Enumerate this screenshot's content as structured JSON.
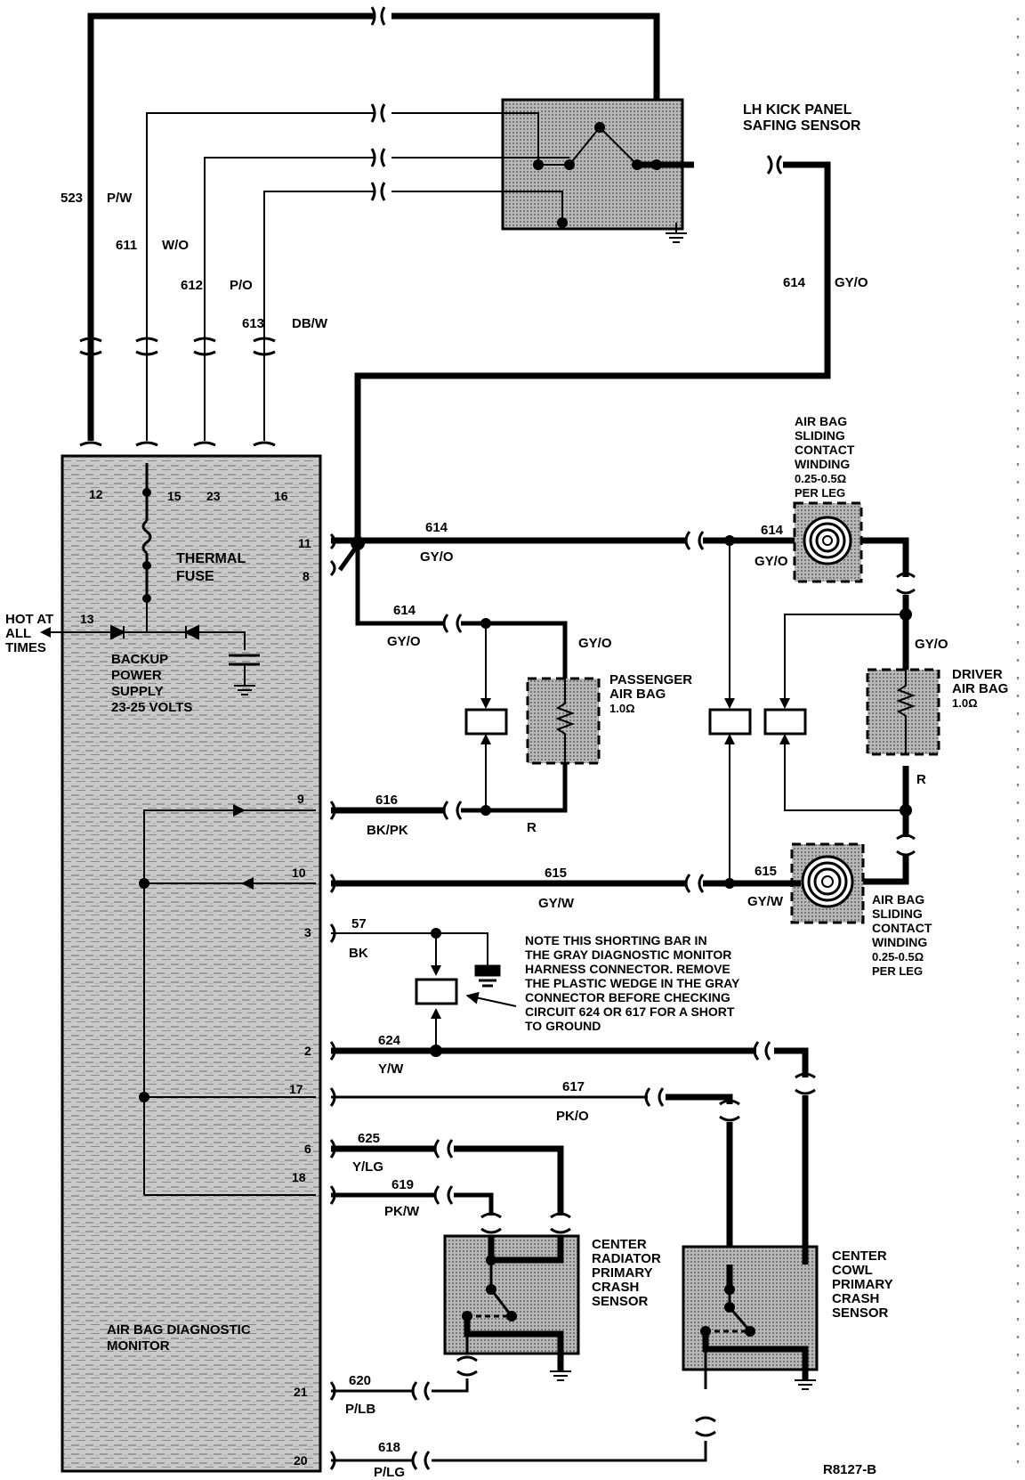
{
  "diagram": {
    "figure_id": "R8127-B",
    "monitor": {
      "name_line1": "AIR BAG DIAGNOSTIC",
      "name_line2": "MONITOR",
      "pins": {
        "p12": "12",
        "p15": "15",
        "p23": "23",
        "p16": "16",
        "p11": "11",
        "p8": "8",
        "p13": "13",
        "p9": "9",
        "p10": "10",
        "p3": "3",
        "p2": "2",
        "p17": "17",
        "p6": "6",
        "p18": "18",
        "p21": "21",
        "p20": "20"
      },
      "thermal_fuse_line1": "THERMAL",
      "thermal_fuse_line2": "FUSE",
      "backup_line1": "BACKUP",
      "backup_line2": "POWER",
      "backup_line3": "SUPPLY",
      "backup_line4": "23-25 VOLTS"
    },
    "hot": {
      "line1": "HOT AT",
      "line2": "ALL",
      "line3": "TIMES"
    },
    "safing_sensor": {
      "line1": "LH KICK PANEL",
      "line2": "SAFING SENSOR"
    },
    "circuits": {
      "c523": {
        "num": "523",
        "color": "P/W"
      },
      "c611": {
        "num": "611",
        "color": "W/O"
      },
      "c612": {
        "num": "612",
        "color": "P/O"
      },
      "c613": {
        "num": "613",
        "color": "DB/W"
      },
      "c614_riser": {
        "num": "614",
        "color": "GY/O"
      },
      "c614_main": {
        "num": "614",
        "color": "GY/O"
      },
      "c614_pass": {
        "num": "614",
        "color": "GY/O"
      },
      "c614_clock": {
        "num": "614",
        "color": "GY/O"
      },
      "gyo_pass_right": "GY/O",
      "gyo_driver": "GY/O",
      "c616": {
        "num": "616",
        "color": "BK/PK"
      },
      "r_pass": "R",
      "r_driver": "R",
      "c615_main": {
        "num": "615",
        "color": "GY/W"
      },
      "c615_clock": {
        "num": "615",
        "color": "GY/W"
      },
      "c57": {
        "num": "57",
        "color": "BK"
      },
      "c624": {
        "num": "624",
        "color": "Y/W"
      },
      "c617": {
        "num": "617",
        "color": "PK/O"
      },
      "c625": {
        "num": "625",
        "color": "Y/LG"
      },
      "c619": {
        "num": "619",
        "color": "PK/W"
      },
      "c620": {
        "num": "620",
        "color": "P/LB"
      },
      "c618": {
        "num": "618",
        "color": "P/LG"
      }
    },
    "clockspring_top": {
      "line1": "AIR BAG",
      "line2": "SLIDING",
      "line3": "CONTACT",
      "line4": "WINDING",
      "line5": "0.25-0.5Ω",
      "line6": "PER LEG"
    },
    "clockspring_bottom": {
      "line1": "AIR BAG",
      "line2": "SLIDING",
      "line3": "CONTACT",
      "line4": "WINDING",
      "line5": "0.25-0.5Ω",
      "line6": "PER LEG"
    },
    "passenger_bag": {
      "line1": "PASSENGER",
      "line2": "AIR BAG",
      "line3": "1.0Ω"
    },
    "driver_bag": {
      "line1": "DRIVER",
      "line2": "AIR BAG",
      "line3": "1.0Ω"
    },
    "note": {
      "line1": "NOTE THIS SHORTING BAR IN",
      "line2": "THE GRAY DIAGNOSTIC MONITOR",
      "line3": "HARNESS CONNECTOR. REMOVE",
      "line4": "THE PLASTIC WEDGE IN THE GRAY",
      "line5": "CONNECTOR BEFORE CHECKING",
      "line6": "CIRCUIT 624 OR 617 FOR A SHORT",
      "line7": "TO GROUND"
    },
    "radiator_sensor": {
      "line1": "CENTER",
      "line2": "RADIATOR",
      "line3": "PRIMARY",
      "line4": "CRASH",
      "line5": "SENSOR"
    },
    "cowl_sensor": {
      "line1": "CENTER",
      "line2": "COWL",
      "line3": "PRIMARY",
      "line4": "CRASH",
      "line5": "SENSOR"
    }
  }
}
